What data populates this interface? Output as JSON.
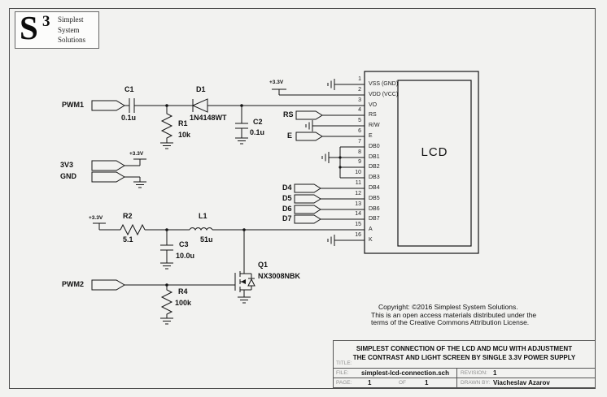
{
  "logo": {
    "letter": "S",
    "superscript": "3",
    "line1": "Simplest",
    "line2": "System",
    "line3": "Solutions"
  },
  "ports": {
    "pwm1": "PWM1",
    "v33": "3V3",
    "gnd": "GND",
    "pwm2": "PWM2",
    "rs": "RS",
    "e": "E",
    "d4": "D4",
    "d5": "D5",
    "d6": "D6",
    "d7": "D7"
  },
  "power": {
    "rail_top": "+3.3V",
    "rail_mid": "+3.3V",
    "rail_low": "+3.3V"
  },
  "components": {
    "c1": {
      "ref": "C1",
      "value": "0.1u"
    },
    "r1": {
      "ref": "R1",
      "value": "10k"
    },
    "d1": {
      "ref": "D1",
      "value": "1N4148WT"
    },
    "c2": {
      "ref": "C2",
      "value": "0.1u"
    },
    "r2": {
      "ref": "R2",
      "value": "5.1"
    },
    "l1": {
      "ref": "L1",
      "value": "51u"
    },
    "c3": {
      "ref": "C3",
      "value": "10.0u"
    },
    "q1": {
      "ref": "Q1",
      "value": "NX3008NBK"
    },
    "r4": {
      "ref": "R4",
      "value": "100k"
    }
  },
  "lcd": {
    "title": "LCD",
    "pins": [
      {
        "num": "1",
        "label": "VSS (GND)"
      },
      {
        "num": "2",
        "label": "VDD (VCC)"
      },
      {
        "num": "3",
        "label": "VO"
      },
      {
        "num": "4",
        "label": "RS"
      },
      {
        "num": "5",
        "label": "R/W"
      },
      {
        "num": "6",
        "label": "E"
      },
      {
        "num": "7",
        "label": "DB0"
      },
      {
        "num": "8",
        "label": "DB1"
      },
      {
        "num": "9",
        "label": "DB2"
      },
      {
        "num": "10",
        "label": "DB3"
      },
      {
        "num": "11",
        "label": "DB4"
      },
      {
        "num": "12",
        "label": "DB5"
      },
      {
        "num": "13",
        "label": "DB6"
      },
      {
        "num": "14",
        "label": "DB7"
      },
      {
        "num": "15",
        "label": "A"
      },
      {
        "num": "16",
        "label": "K"
      }
    ]
  },
  "copyright": {
    "line1": "Copyright: ©2016 Simplest System Solutions.",
    "line2": "This is an open access materials distributed under the",
    "line3": "terms of the Creative Commons Attribution License."
  },
  "titleblock": {
    "title_label": "TITLE:",
    "title_line1": "SIMPLEST CONNECTION OF THE LCD AND MCU WITH ADJUSTMENT",
    "title_line2": "THE CONTRAST AND LIGHT SCREEN BY SINGLE 3.3V POWER SUPPLY",
    "file_label": "FILE:",
    "file_value": "simplest-lcd-connection.sch",
    "page_label": "PAGE:",
    "page_value": "1",
    "of_label": "OF",
    "of_value": "1",
    "revision_label": "REVISION:",
    "revision_value": "1",
    "drawnby_label": "DRAWN BY:",
    "drawnby_value": "Viacheslav Azarov"
  }
}
